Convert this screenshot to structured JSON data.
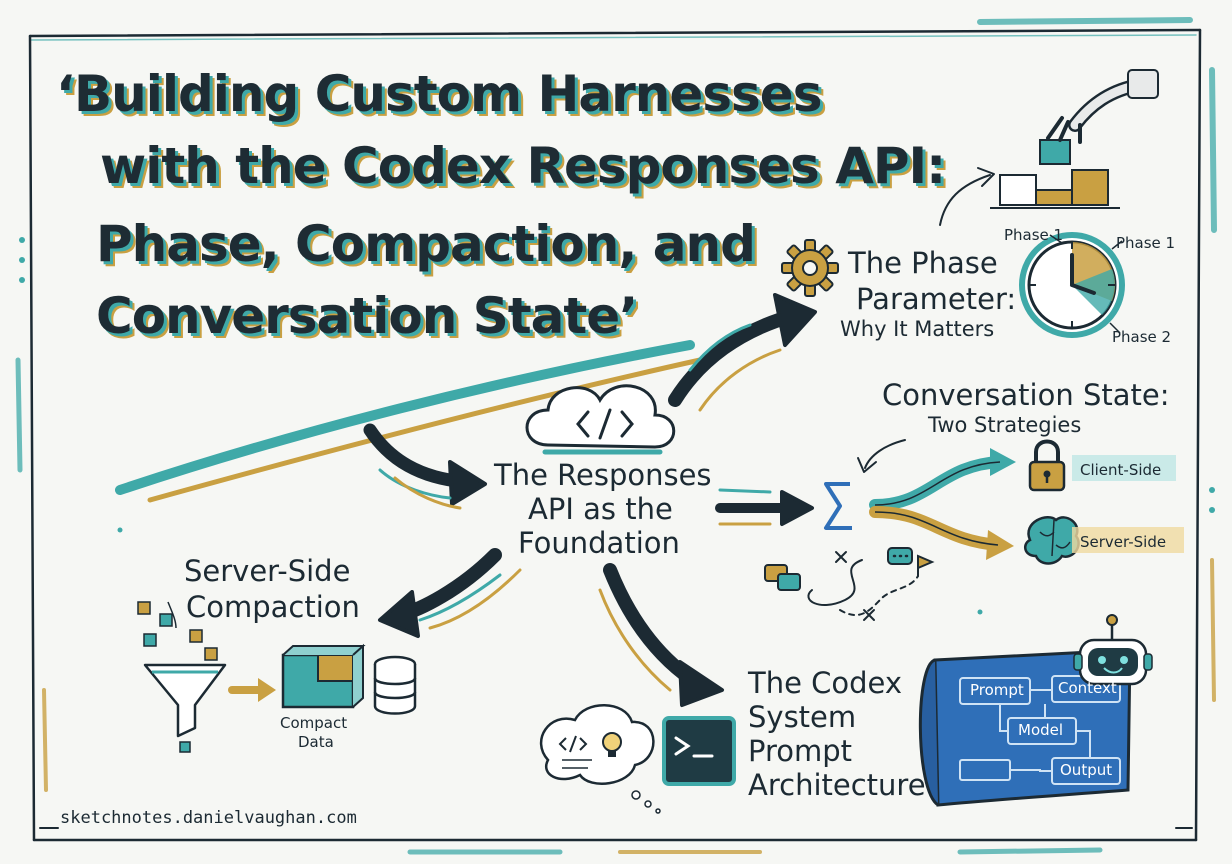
{
  "title": {
    "lines": [
      "‘Building Custom Harnesses",
      "with the Codex Responses API:",
      "Phase, Compaction, and",
      "Conversation State’"
    ]
  },
  "phase_section": {
    "title_line1": "The Phase",
    "title_line2": "Parameter:",
    "subtitle": "Why It Matters",
    "clock_labels": [
      "Phase 1",
      "Phase 1",
      "Phase 2"
    ]
  },
  "responses_section": {
    "lines": [
      "The Responses",
      "API as the",
      "Foundation"
    ]
  },
  "state_section": {
    "title": "Conversation State:",
    "subtitle": "Two Strategies",
    "client_label": "Client-Side",
    "server_label": "Server-Side"
  },
  "compaction_section": {
    "title_line1": "Server-Side",
    "title_line2": "Compaction",
    "data_label_line1": "Compact",
    "data_label_line2": "Data"
  },
  "prompt_section": {
    "lines": [
      "The Codex",
      "System",
      "Prompt",
      "Architecture"
    ],
    "blueprint_boxes": [
      "Prompt",
      "Context",
      "Model",
      "Output"
    ]
  },
  "footer": {
    "text": "sketchnotes.danielvaughan.com"
  },
  "colors": {
    "teal": "#3fa9a8",
    "gold": "#c9a042",
    "ink": "#1c2a33",
    "paper": "#f6f7f4",
    "blueprint": "#2f6fb8"
  }
}
